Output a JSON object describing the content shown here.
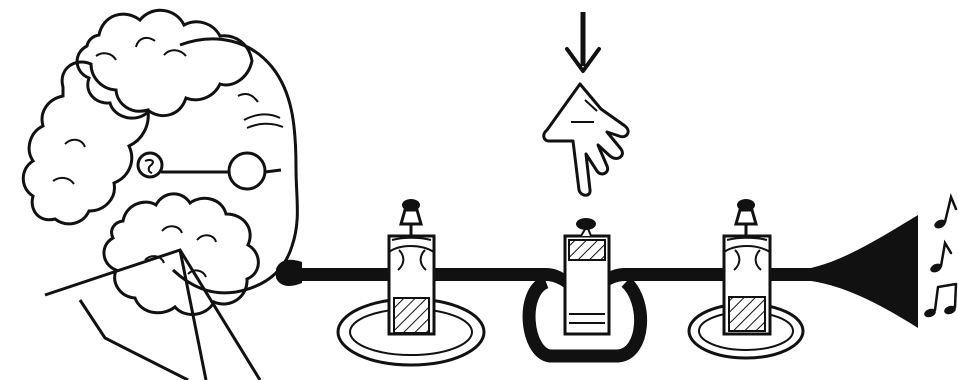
{
  "colors": {
    "background": "#ffffff",
    "ink": "#111111"
  },
  "diagram": {
    "valves_count": 3,
    "pressed_valve_index": 2,
    "music_notes_count": 3
  },
  "icons": {
    "arrow": "down-arrow-icon",
    "hand": "pointing-hand-icon",
    "notes": "music-notes-icon"
  }
}
